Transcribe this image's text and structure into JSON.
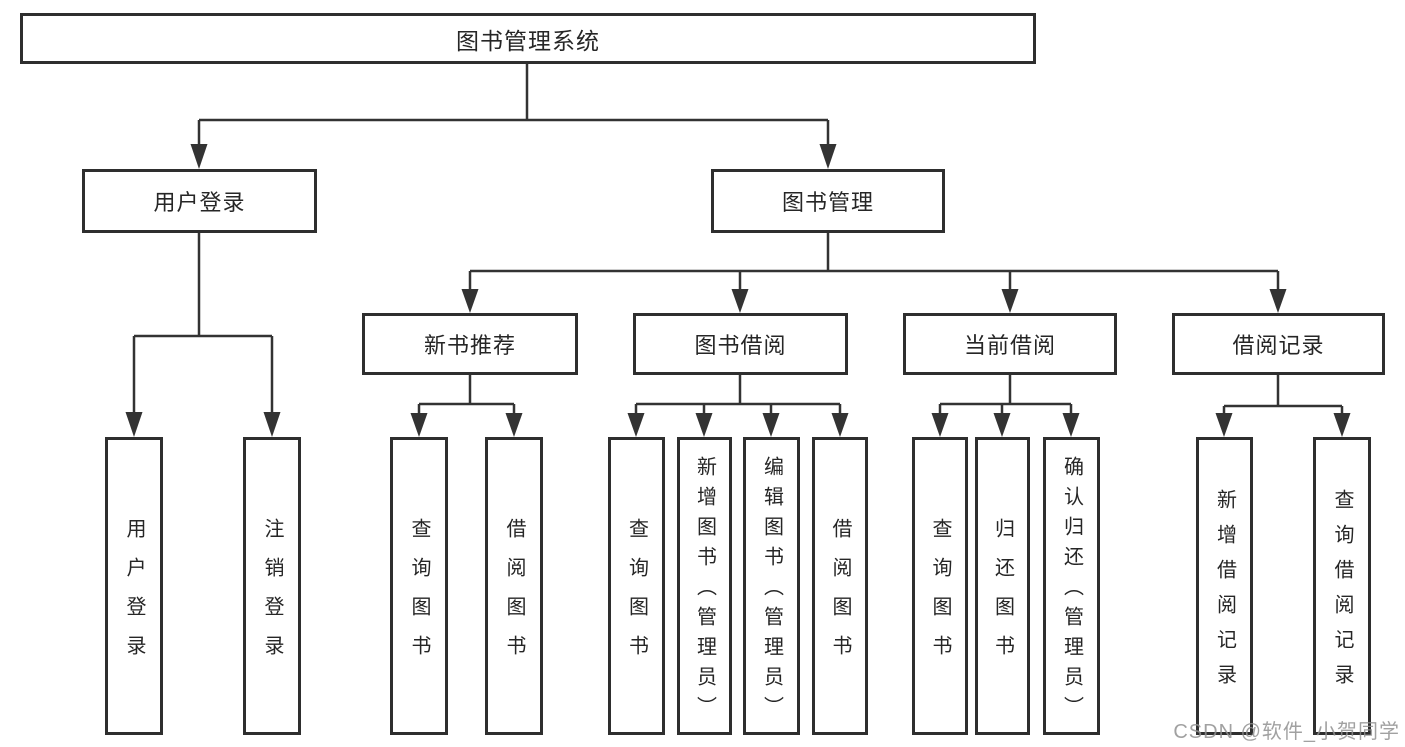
{
  "tree": {
    "label": "图书管理系统",
    "children": [
      {
        "label": "用户登录",
        "children": [
          {
            "label": "用户登录"
          },
          {
            "label": "注销登录"
          }
        ]
      },
      {
        "label": "图书管理",
        "children": [
          {
            "label": "新书推荐",
            "children": [
              {
                "label": "查询图书"
              },
              {
                "label": "借阅图书"
              }
            ]
          },
          {
            "label": "图书借阅",
            "children": [
              {
                "label": "查询图书"
              },
              {
                "label": "新增图书（管理员）"
              },
              {
                "label": "编辑图书（管理员）"
              },
              {
                "label": "借阅图书"
              }
            ]
          },
          {
            "label": "当前借阅",
            "children": [
              {
                "label": "查询图书"
              },
              {
                "label": "归还图书"
              },
              {
                "label": "确认归还（管理员）"
              }
            ]
          },
          {
            "label": "借阅记录",
            "children": [
              {
                "label": "新增借阅记录"
              },
              {
                "label": "查询借阅记录"
              }
            ]
          }
        ]
      }
    ]
  },
  "watermark": {
    "text": "CSDN @软件_小贺同学"
  },
  "colors": {
    "background": "#ffffff",
    "box_border": "#2e2e2e",
    "line": "#333333",
    "text": "#262626",
    "watermark": "#919191"
  }
}
